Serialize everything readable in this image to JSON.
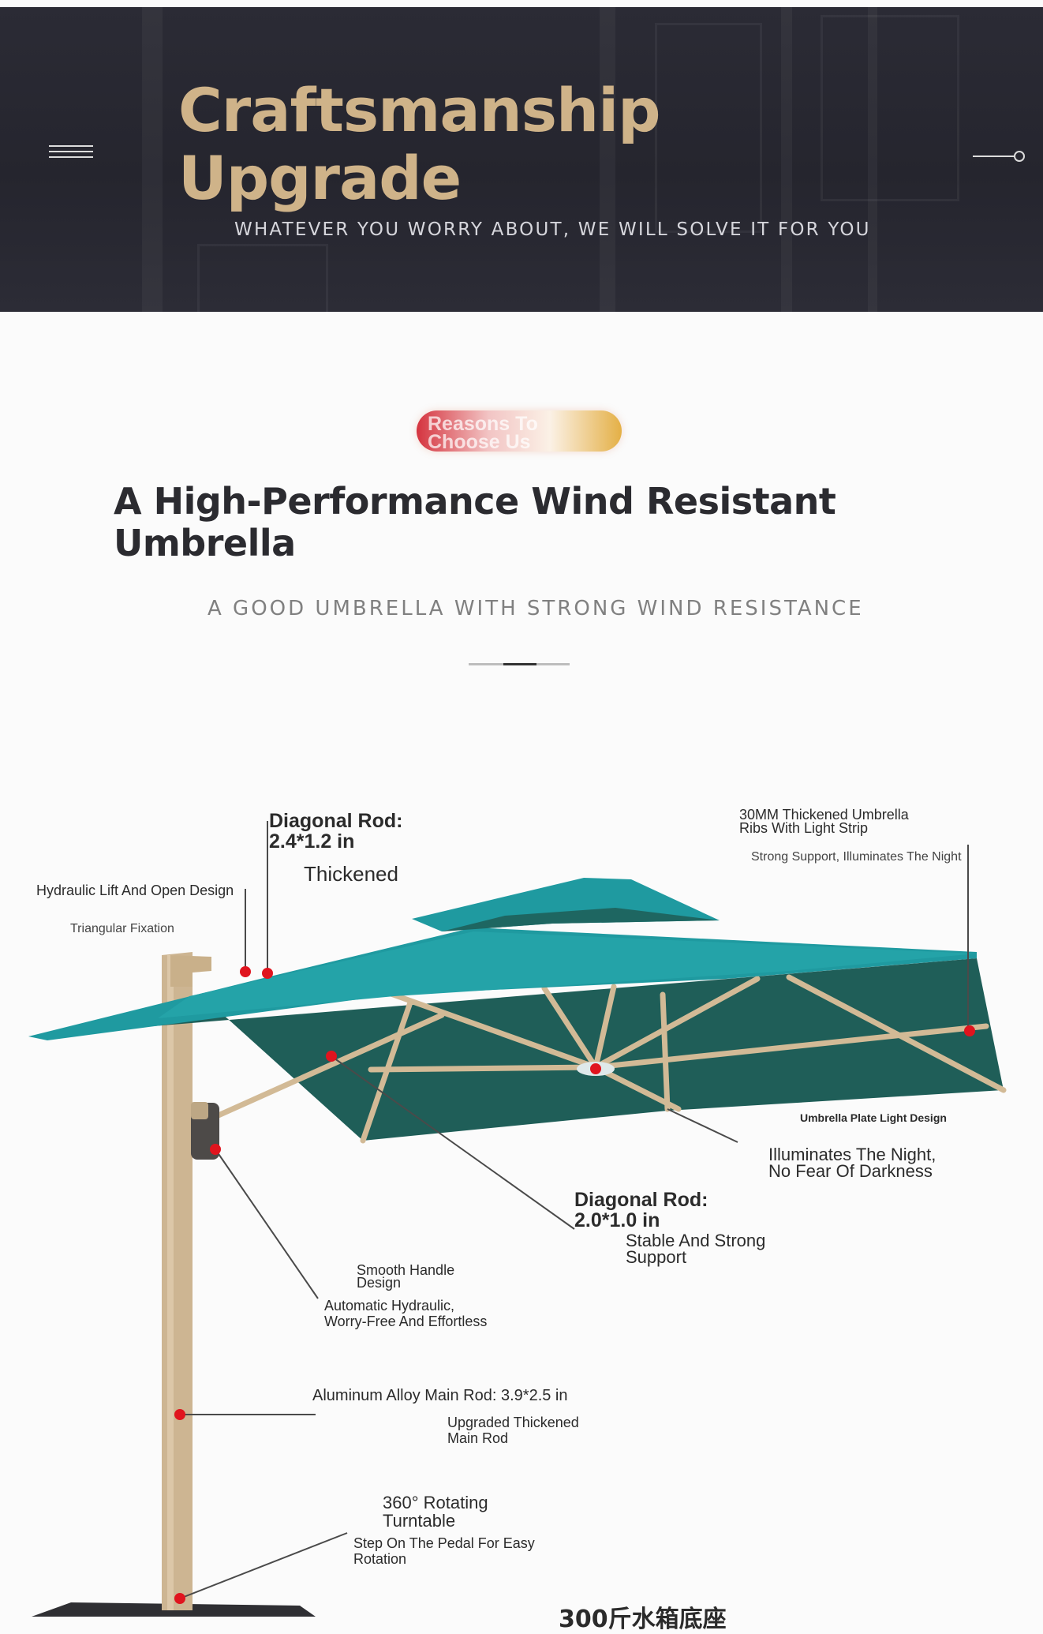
{
  "hero": {
    "title_line1": "Craftsmanship",
    "title_line2": "Upgrade",
    "subtitle": "WHATEVER YOU WORRY ABOUT, WE WILL SOLVE IT FOR YOU",
    "title_color": "#cfb389"
  },
  "badge": {
    "line1": "Reasons To",
    "line2": "Choose Us"
  },
  "intro": {
    "title_line1": "A High-Performance Wind Resistant",
    "title_line2": "Umbrella",
    "subtitle": "A GOOD UMBRELLA WITH STRONG WIND RESISTANCE"
  },
  "callouts": {
    "diag_top_title1": "Diagonal Rod:",
    "diag_top_title2": "2.4*1.2 in",
    "diag_top_sub": "Thickened",
    "hydraulic_title": "Hydraulic Lift And Open Design",
    "hydraulic_sub": "Triangular Fixation",
    "ribs_title1": "30MM Thickened Umbrella",
    "ribs_title2": "Ribs With Light Strip",
    "ribs_sub": "Strong Support, Illuminates The Night",
    "plate_title": "Umbrella Plate Light Design",
    "plate_sub1": "Illuminates The Night,",
    "plate_sub2": "No Fear Of Darkness",
    "diag_mid_title1": "Diagonal Rod:",
    "diag_mid_title2": "2.0*1.0 in",
    "diag_mid_sub1": "Stable And Strong",
    "diag_mid_sub2": "Support",
    "handle_title1": "Smooth Handle",
    "handle_title2": "Design",
    "handle_sub1": "Automatic Hydraulic,",
    "handle_sub2": "Worry-Free And Effortless",
    "mainrod_title": "Aluminum Alloy Main Rod: 3.9*2.5 in",
    "mainrod_sub1": "Upgraded Thickened",
    "mainrod_sub2": "Main Rod",
    "turntable_title1": "360° Rotating",
    "turntable_title2": "Turntable",
    "turntable_sub1": "Step On The Pedal For Easy",
    "turntable_sub2": "Rotation",
    "bottom_cn": "300斤水箱底座"
  },
  "colors": {
    "canopy_top": "#1f9aa0",
    "canopy_under": "#1f5e58",
    "frame": "#d2ba96",
    "marker": "#e0141e",
    "hero_bg": "#2a2a33"
  }
}
